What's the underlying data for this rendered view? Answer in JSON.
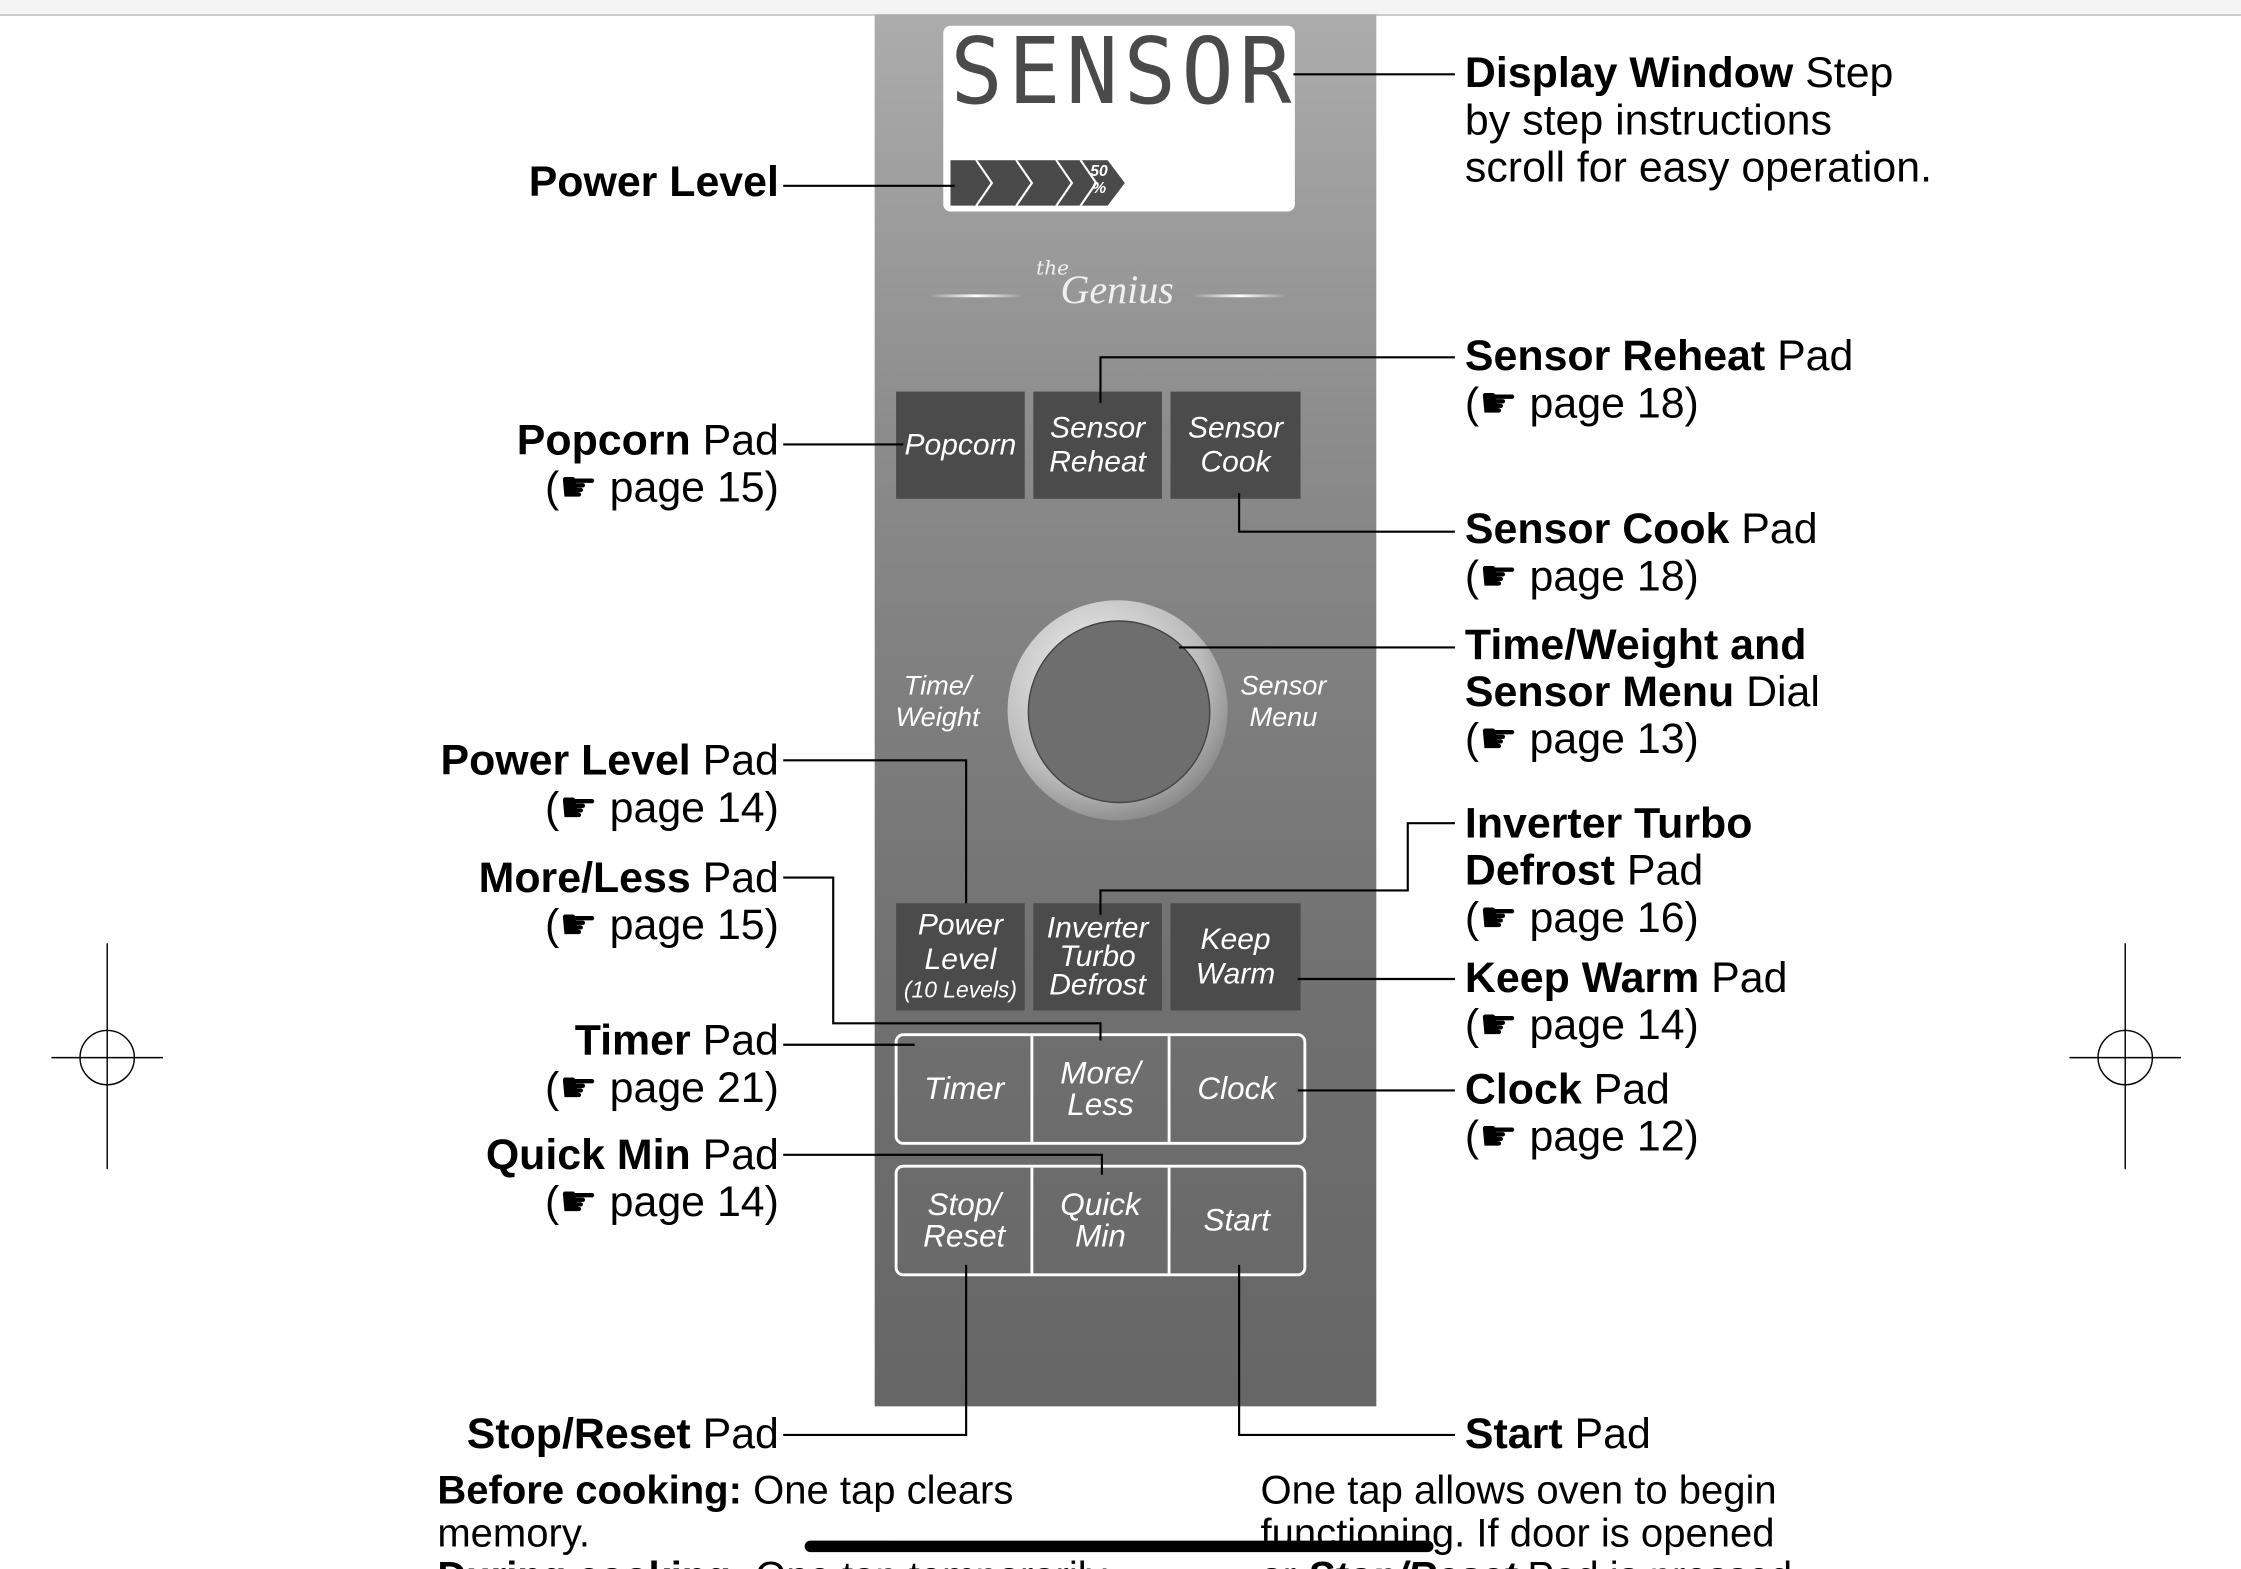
{
  "display": {
    "text": "SENSOR",
    "power_percent": 50,
    "power_label_num": "50",
    "power_label_unit": "%"
  },
  "logo": {
    "the": "the",
    "genius": "Genius"
  },
  "pads": {
    "popcorn": [
      "Popcorn"
    ],
    "sensor_reheat": [
      "Sensor",
      "Reheat"
    ],
    "sensor_cook": [
      "Sensor",
      "Cook"
    ],
    "power_level": [
      "Power",
      "Level",
      "(10 Levels)"
    ],
    "inverter": [
      "Inverter",
      "Turbo",
      "Defrost"
    ],
    "keep_warm": [
      "Keep",
      "Warm"
    ],
    "timer": [
      "Timer"
    ],
    "more_less": [
      "More/",
      "Less"
    ],
    "clock": [
      "Clock"
    ],
    "stop_reset": [
      "Stop/",
      "Reset"
    ],
    "quick_min": [
      "Quick",
      "Min"
    ],
    "start": [
      "Start"
    ]
  },
  "dial": {
    "left": [
      "Time/",
      "Weight"
    ],
    "right": [
      "Sensor",
      "Menu"
    ]
  },
  "labels": {
    "display": {
      "bold": "Display Window",
      "rest": " Step",
      "l2": "by step instructions",
      "l3": "scroll for easy operation."
    },
    "power_level": {
      "bold": "Power Level"
    },
    "sensor_reheat": {
      "bold": "Sensor Reheat",
      "rest": " Pad",
      "page": "(☛ page 18)"
    },
    "popcorn": {
      "bold": "Popcorn",
      "rest": " Pad",
      "page": "(☛ page 15)"
    },
    "sensor_cook": {
      "bold": "Sensor Cook",
      "rest": " Pad",
      "page": "(☛ page 18)"
    },
    "dial": {
      "bold1": "Time/Weight and",
      "bold2": "Sensor Menu",
      "rest": " Dial",
      "page": "(☛ page 13)"
    },
    "power_level_pad": {
      "bold": "Power Level",
      "rest": " Pad",
      "page": "(☛ page 14)"
    },
    "more_less": {
      "bold": "More/Less",
      "rest": " Pad",
      "page": "(☛ page 15)"
    },
    "inverter": {
      "bold1": "Inverter Turbo",
      "bold2": "Defrost",
      "rest": " Pad",
      "page": "(☛ page 16)"
    },
    "keep_warm": {
      "bold": "Keep Warm",
      "rest": " Pad",
      "page": "(☛ page 14)"
    },
    "timer": {
      "bold": "Timer",
      "rest": " Pad",
      "page": "(☛ page 21)"
    },
    "clock": {
      "bold": "Clock",
      "rest": " Pad",
      "page": "(☛ page 12)"
    },
    "quick_min": {
      "bold": "Quick Min",
      "rest": " Pad",
      "page": "(☛ page 14)"
    },
    "stop_reset": {
      "bold": "Stop/Reset",
      "rest": " Pad"
    },
    "start": {
      "bold": "Start",
      "rest": " Pad"
    }
  },
  "descriptions": {
    "stop_reset": {
      "b1": "Before cooking:",
      "t1": " One tap clears",
      "t2": "memory.",
      "b3": "During cooking:",
      "t3": " One tap temporarily"
    },
    "start": {
      "t1": "One tap allows oven to begin",
      "t2": "functioning. If door is opened",
      "t3a": "or ",
      "b3": "Stop/Reset",
      "t3b": " Pad is pressed"
    }
  }
}
